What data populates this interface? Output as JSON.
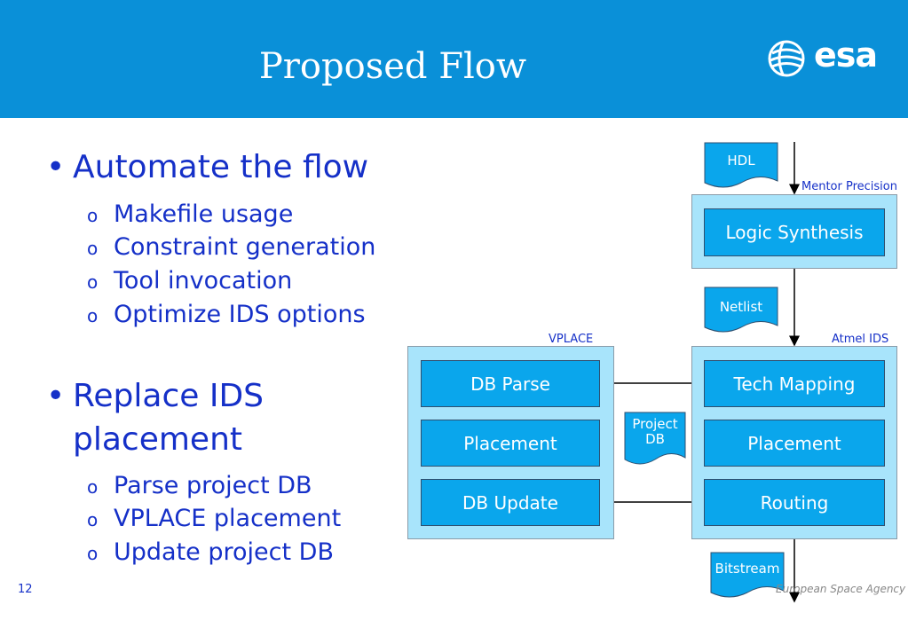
{
  "header": {
    "title": "Proposed Flow",
    "logo_text": "esa"
  },
  "bullets": [
    {
      "text": "Automate the flow",
      "subs": [
        "Makefile usage",
        "Constraint generation",
        "Tool invocation",
        "Optimize IDS options"
      ]
    },
    {
      "text_line1": "Replace IDS",
      "text_line2": "placement",
      "subs": [
        "Parse project DB",
        "VPLACE placement",
        "Update project DB"
      ]
    }
  ],
  "footer": {
    "page_number": "12",
    "agency": "European Space Agency"
  },
  "diagram": {
    "docs": {
      "hdl": "HDL",
      "netlist": "Netlist",
      "project_db_1": "Project",
      "project_db_2": "DB",
      "bitstream": "Bitstream"
    },
    "labels": {
      "mentor": "Mentor Precision",
      "vplace": "VPLACE",
      "atmel": "Atmel IDS"
    },
    "boxes": {
      "logic_synthesis": "Logic Synthesis",
      "db_parse": "DB Parse",
      "placement_vplace": "Placement",
      "db_update": "DB Update",
      "tech_mapping": "Tech Mapping",
      "placement_ids": "Placement",
      "routing": "Routing"
    }
  },
  "colors": {
    "header": "#0a90d8",
    "text_blue": "#1530c8",
    "panel": "#a8e4fb",
    "box": "#0aa6ec"
  }
}
